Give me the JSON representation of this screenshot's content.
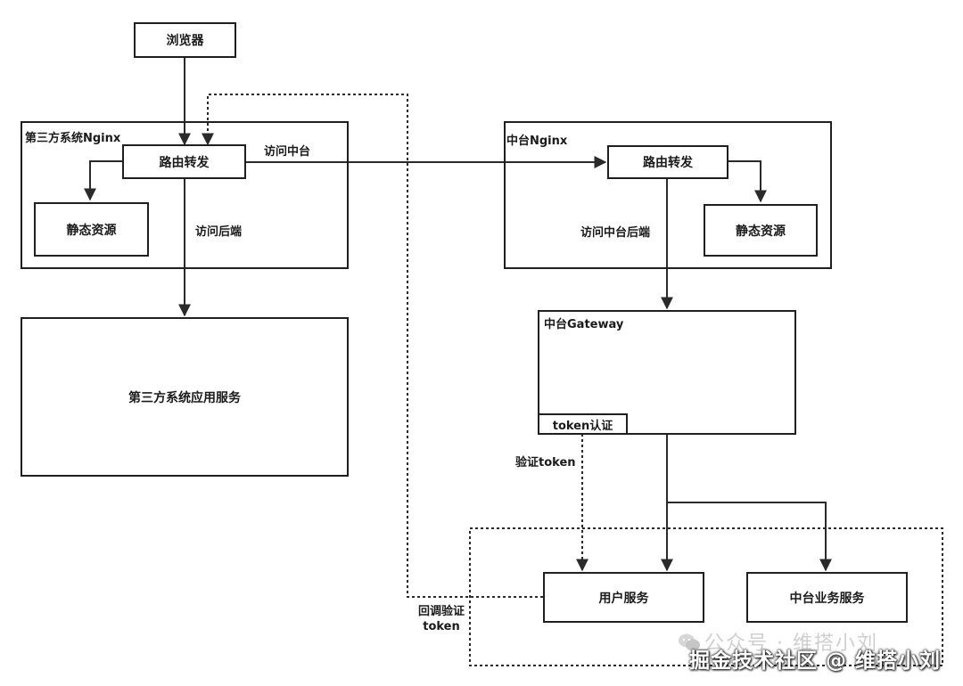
{
  "nodes": {
    "browser": "浏览器",
    "third_route": "路由转发",
    "third_static": "静态资源",
    "third_app": "第三方系统应用服务",
    "mid_route": "路由转发",
    "mid_static": "静态资源",
    "token_auth": "token认证",
    "user_service": "用户服务",
    "mid_business": "中台业务服务"
  },
  "groups": {
    "third_nginx": "第三方系统Nginx",
    "mid_nginx": "中台Nginx",
    "mid_gateway": "中台Gateway"
  },
  "edge_labels": {
    "visit_mid": "访问中台",
    "visit_backend": "访问后端",
    "visit_mid_backend": "访问中台后端",
    "verify_token": "验证token",
    "callback_verify_line1": "回调验证",
    "callback_verify_line2": "token"
  },
  "watermark": {
    "faded": "公众号 · 维搭小刘",
    "main": "掘金技术社区 @ 维搭小刘"
  },
  "colors": {
    "line": "#2a2a2a",
    "border": "#1f1f1f"
  }
}
